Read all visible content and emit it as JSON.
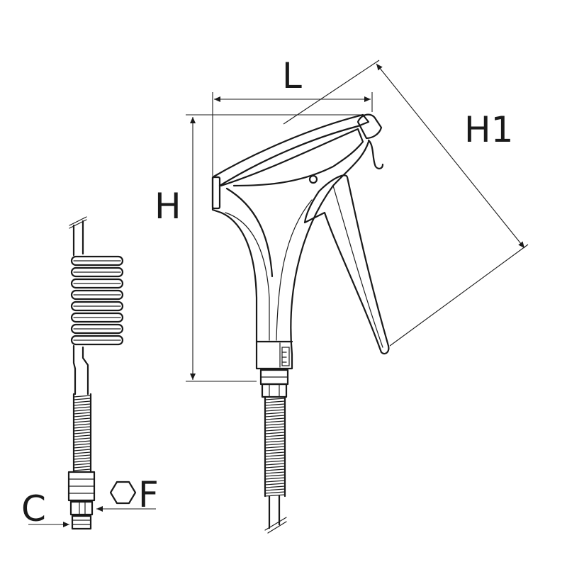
{
  "labels": {
    "length": "L",
    "height": "H",
    "height_diagonal": "H1",
    "connection": "C",
    "wrench_size": "F"
  },
  "icons": {
    "wrench_symbol": "hexagon-icon"
  },
  "colors": {
    "line": "#1a1a1a",
    "background": "#ffffff"
  }
}
